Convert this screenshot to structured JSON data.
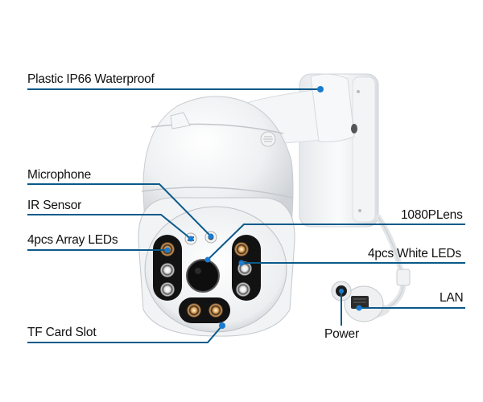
{
  "diagram": {
    "subject": "PTZ dome security camera with wall mount bracket",
    "line_color": "#0a5a8a",
    "dot_color": "#1a7bd0",
    "callouts": [
      {
        "id": "waterproof",
        "label": "Plastic IP66 Waterproof",
        "side": "left"
      },
      {
        "id": "microphone",
        "label": "Microphone",
        "side": "left"
      },
      {
        "id": "ir-sensor",
        "label": "IR Sensor",
        "side": "left"
      },
      {
        "id": "array-leds",
        "label": "4pcs Array LEDs",
        "side": "left"
      },
      {
        "id": "tf-card",
        "label": "TF Card Slot",
        "side": "left"
      },
      {
        "id": "lens",
        "label": "1080PLens",
        "side": "right"
      },
      {
        "id": "white-leds",
        "label": "4pcs White LEDs",
        "side": "right"
      },
      {
        "id": "lan",
        "label": "LAN",
        "side": "right"
      },
      {
        "id": "power",
        "label": "Power",
        "side": "bottom"
      }
    ]
  }
}
